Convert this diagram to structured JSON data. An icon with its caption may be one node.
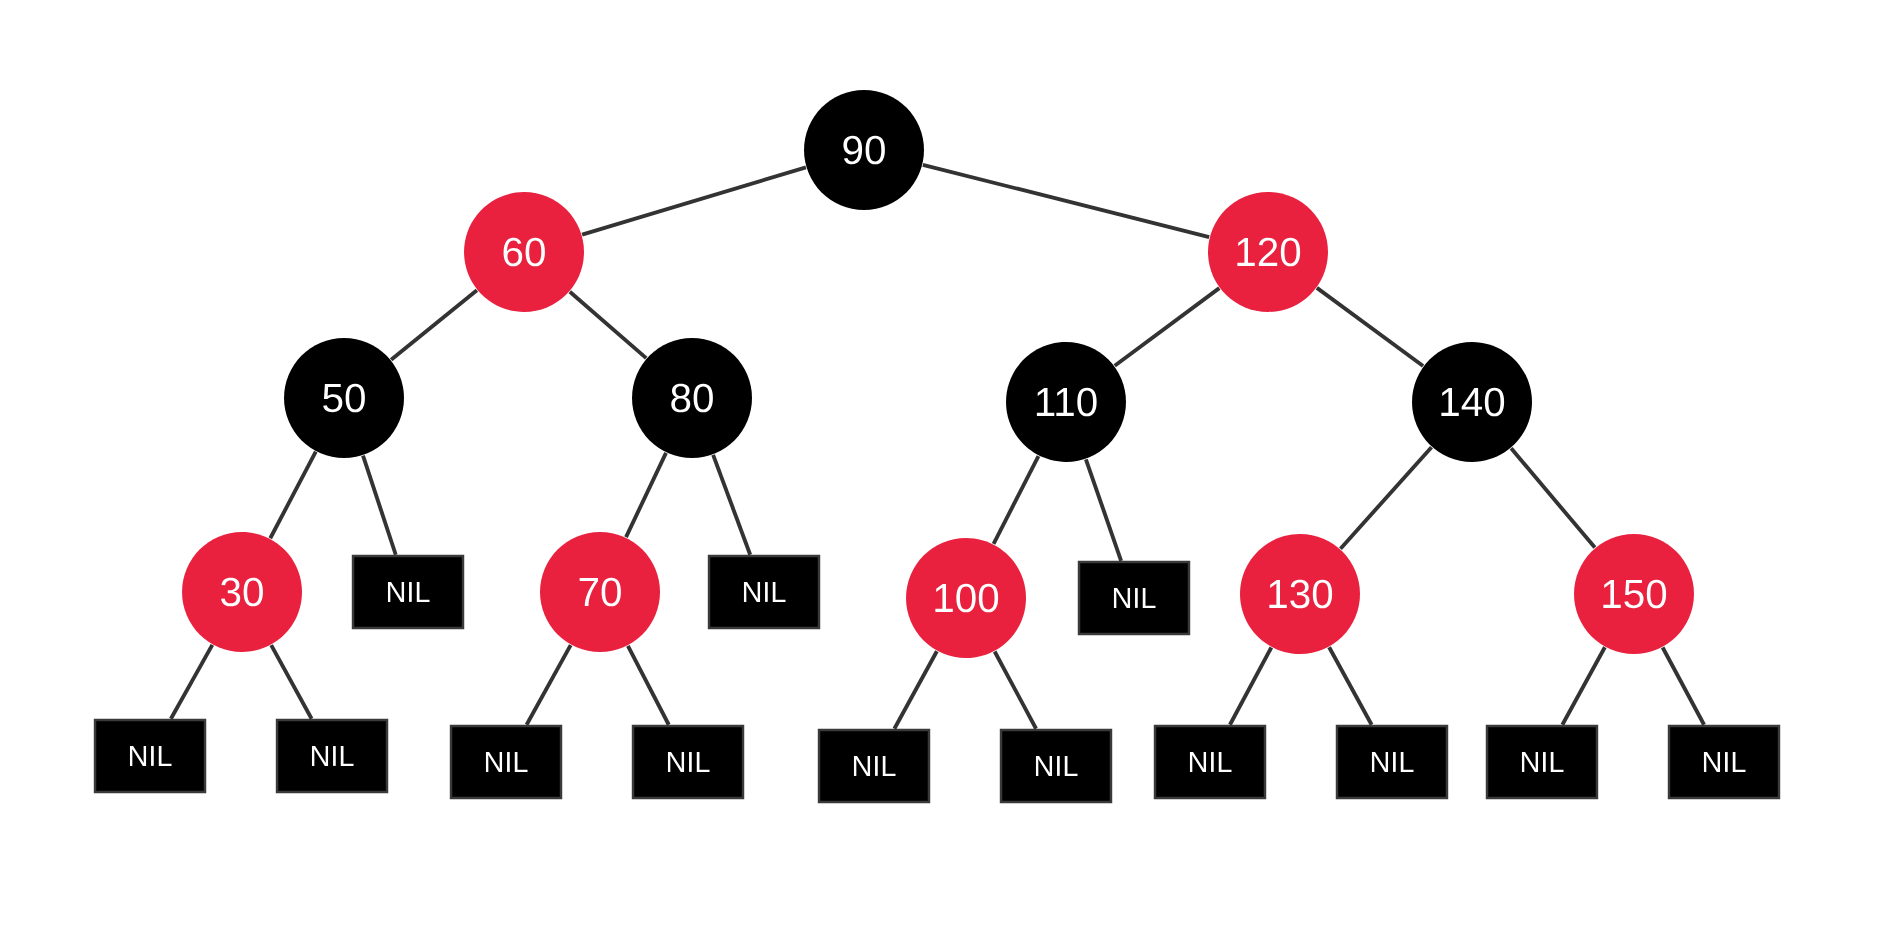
{
  "diagram": {
    "nodes": [
      {
        "text": [
          "90"
        ]
      },
      {
        "text": [
          "60"
        ]
      },
      {
        "text": [
          "120"
        ]
      },
      {
        "text": [
          "50"
        ]
      },
      {
        "text": [
          "80"
        ]
      },
      {
        "text": [
          "110"
        ]
      },
      {
        "text": [
          "140"
        ]
      },
      {
        "text": [
          "30"
        ]
      },
      {
        "text": [
          "NIL"
        ]
      },
      {
        "text": [
          "70"
        ]
      },
      {
        "text": [
          "NIL"
        ]
      },
      {
        "text": [
          "100"
        ]
      },
      {
        "text": [
          "NIL"
        ]
      },
      {
        "text": [
          "130"
        ]
      },
      {
        "text": [
          "150"
        ]
      },
      {
        "text": [
          "NIL"
        ]
      },
      {
        "text": [
          "NIL"
        ]
      },
      {
        "text": [
          "NIL"
        ]
      },
      {
        "text": [
          "NIL"
        ]
      },
      {
        "text": [
          "NIL"
        ]
      },
      {
        "text": [
          "NIL"
        ]
      },
      {
        "text": [
          "NIL"
        ]
      },
      {
        "text": [
          "NIL"
        ]
      },
      {
        "text": [
          "NIL"
        ]
      },
      {
        "text": [
          "NIL"
        ]
      }
    ],
    "edges": [
      {
        "from": 0,
        "to": 1,
        "arrow": "none"
      },
      {
        "from": 0,
        "to": 2,
        "arrow": "none"
      },
      {
        "from": 1,
        "to": 3,
        "arrow": "none"
      },
      {
        "from": 1,
        "to": 4,
        "arrow": "none"
      },
      {
        "from": 2,
        "to": 5,
        "arrow": "none"
      },
      {
        "from": 2,
        "to": 6,
        "arrow": "none"
      },
      {
        "from": 3,
        "to": 7,
        "arrow": "none"
      },
      {
        "from": 3,
        "to": 8,
        "arrow": "none"
      },
      {
        "from": 4,
        "to": 9,
        "arrow": "none"
      },
      {
        "from": 4,
        "to": 10,
        "arrow": "none"
      },
      {
        "from": 5,
        "to": 11,
        "arrow": "none"
      },
      {
        "from": 5,
        "to": 12,
        "arrow": "none"
      },
      {
        "from": 6,
        "to": 13,
        "arrow": "none"
      },
      {
        "from": 6,
        "to": 14,
        "arrow": "none"
      },
      {
        "from": 7,
        "to": 15,
        "arrow": "none"
      },
      {
        "from": 7,
        "to": 16,
        "arrow": "none"
      },
      {
        "from": 9,
        "to": 17,
        "arrow": "none"
      },
      {
        "from": 9,
        "to": 18,
        "arrow": "none"
      },
      {
        "from": 11,
        "to": 19,
        "arrow": "none"
      },
      {
        "from": 11,
        "to": 20,
        "arrow": "none"
      },
      {
        "from": 13,
        "to": 21,
        "arrow": "none"
      },
      {
        "from": 13,
        "to": 22,
        "arrow": "none"
      },
      {
        "from": 14,
        "to": 23,
        "arrow": "none"
      },
      {
        "from": 14,
        "to": 24,
        "arrow": "none"
      }
    ]
  }
}
